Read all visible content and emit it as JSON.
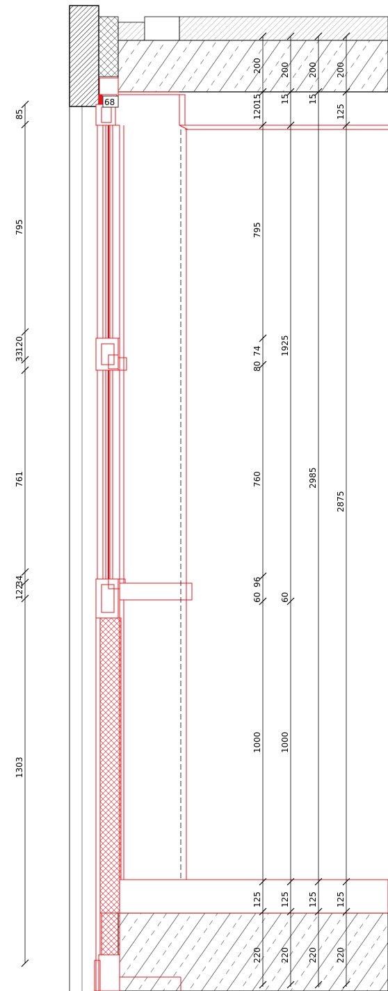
{
  "colors": {
    "line": "#000000",
    "red": "#e8141c",
    "hatch_dark": "#000000",
    "hatch_light": "#7a7a7a",
    "background": "#ffffff"
  },
  "labels": {
    "bead": "68",
    "left": {
      "top": "85",
      "upper_sash": "795",
      "mid_a": "33",
      "mid_b": "120",
      "lower_sash": "761",
      "trans_a": "122",
      "trans_b": "34",
      "panel": "1303"
    },
    "col1": {
      "slab_top": "200",
      "a": "120",
      "b": "15",
      "upper": "795",
      "c": "80",
      "d": "74",
      "middle": "760",
      "e": "60",
      "f": "96",
      "lower": "1000",
      "g": "125",
      "slab_bottom": "220"
    },
    "col2": {
      "slab_top": "200",
      "a": "15",
      "upper": "1925",
      "b": "60",
      "lower": "1000",
      "c": "125",
      "slab_bottom": "220"
    },
    "col3": {
      "slab_top": "200",
      "a": "15",
      "total": "2985",
      "c": "125",
      "slab_bottom": "220"
    },
    "col4": {
      "slab_top": "200",
      "a": "125",
      "total": "2875",
      "c": "125",
      "slab_bottom": "220"
    }
  }
}
